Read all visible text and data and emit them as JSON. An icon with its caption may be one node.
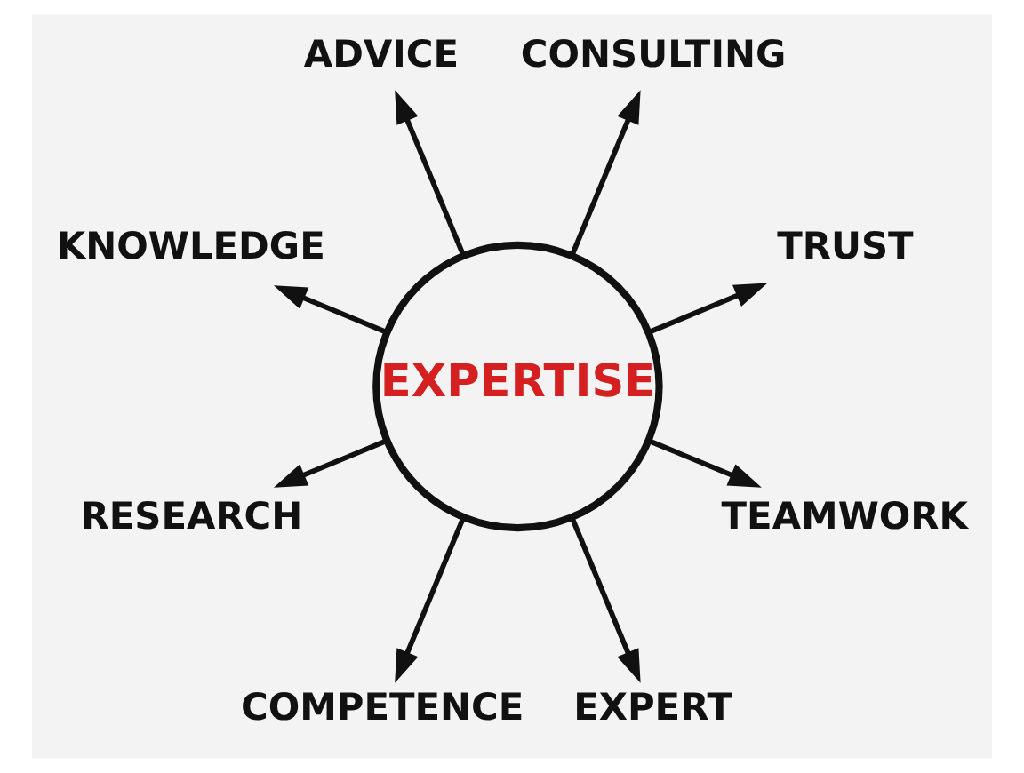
{
  "diagram": {
    "nodes": [
      {
        "text": [
          "EXPERTISE"
        ]
      },
      {
        "text": [
          "TRUST"
        ]
      },
      {
        "text": [
          "CONSULTING"
        ]
      },
      {
        "text": [
          "ADVICE"
        ]
      },
      {
        "text": [
          "KNOWLEDGE"
        ]
      },
      {
        "text": [
          "RESEARCH"
        ]
      },
      {
        "text": [
          "COMPETENCE"
        ]
      },
      {
        "text": [
          "EXPERT"
        ]
      },
      {
        "text": [
          "TEAMWORK"
        ]
      }
    ],
    "edges": [
      {
        "from": 0,
        "to": 1,
        "arrow": "to"
      },
      {
        "from": 0,
        "to": 2,
        "arrow": "to"
      },
      {
        "from": 0,
        "to": 3,
        "arrow": "to"
      },
      {
        "from": 0,
        "to": 4,
        "arrow": "to"
      },
      {
        "from": 0,
        "to": 5,
        "arrow": "to"
      },
      {
        "from": 0,
        "to": 6,
        "arrow": "to"
      },
      {
        "from": 0,
        "to": 7,
        "arrow": "to"
      },
      {
        "from": 0,
        "to": 8,
        "arrow": "to"
      }
    ]
  }
}
